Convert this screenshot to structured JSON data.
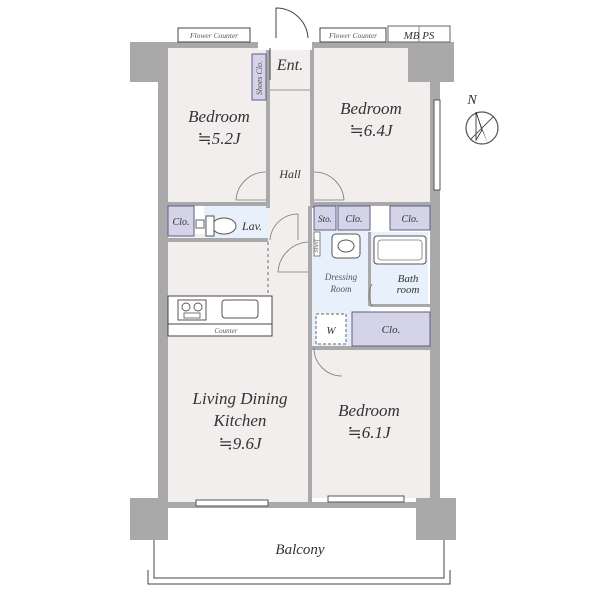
{
  "rooms": {
    "bedroom_nw": {
      "name": "Bedroom",
      "size": "≒5.2J"
    },
    "bedroom_ne": {
      "name": "Bedroom",
      "size": "≒6.4J"
    },
    "bedroom_se": {
      "name": "Bedroom",
      "size": "≒6.1J"
    },
    "ldk": {
      "name_line1": "Living Dining",
      "name_line2": "Kitchen",
      "size": "≒9.6J"
    },
    "hall": "Hall",
    "entrance": "Ent.",
    "lavatory": "Lav.",
    "dressing_line1": "Dressing",
    "dressing_line2": "Room",
    "bath_line1": "Bath",
    "bath_line2": "room",
    "balcony": "Balcony"
  },
  "storage": {
    "clo_left": "Clo.",
    "sto": "Sto.",
    "clo_mid": "Clo.",
    "clo_right": "Clo.",
    "clo_lower": "Clo.",
    "shoes": "Shoes Clo.",
    "shelf": "Shelf",
    "washer": "W"
  },
  "fixtures": {
    "flower_counter_left": "Flower Counter",
    "flower_counter_right": "Flower Counter",
    "counter": "Counter",
    "mb_ps": "MB  PS"
  },
  "compass": {
    "north_label": "N"
  },
  "colors": {
    "wall": "#a9a9a9",
    "floor": "#f3eeee",
    "wet_area": "#e8f1fb",
    "closet": "#d4d3e7"
  }
}
